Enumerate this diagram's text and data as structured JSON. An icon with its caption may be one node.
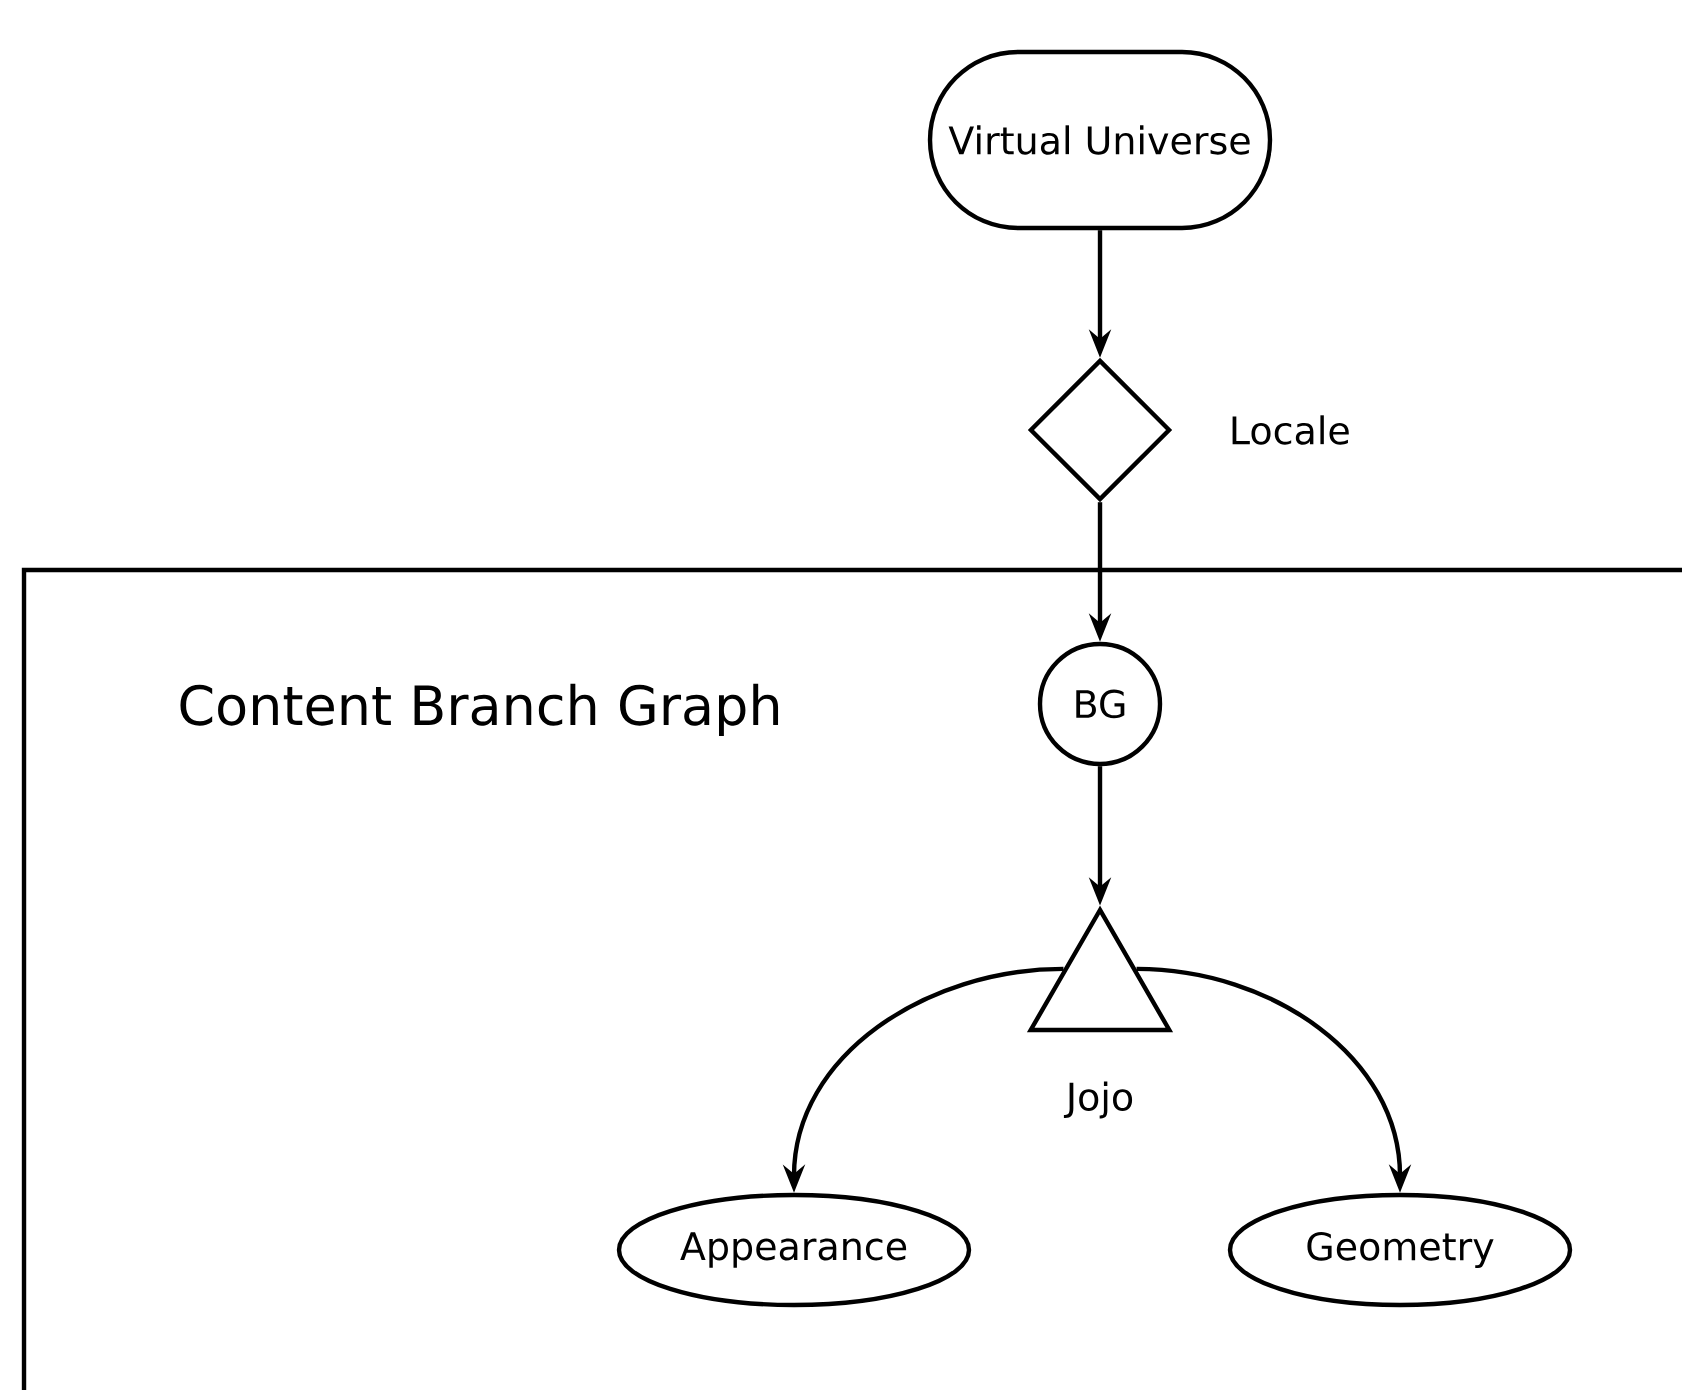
{
  "diagram": {
    "nodes": [
      {
        "text": [
          "Virtual Universe"
        ]
      },
      {
        "text": [],
        "shape": "diamond",
        "beside": [
          "Locale"
        ]
      },
      {
        "text": [
          "Content Branch Graph"
        ]
      },
      {
        "text": [
          "BG"
        ],
        "in": 2
      },
      {
        "text": [],
        "shape": "triangle",
        "beside": [
          "Jojo"
        ],
        "in": 2
      },
      {
        "text": [
          "Appearance"
        ],
        "in": 2
      },
      {
        "text": [
          "Geometry"
        ],
        "in": 2
      }
    ],
    "edges": [
      {
        "from": 0,
        "to": 1,
        "arrow": "to"
      },
      {
        "from": 1,
        "to": 3,
        "arrow": "to"
      },
      {
        "from": 3,
        "to": 4,
        "arrow": "to"
      },
      {
        "from": 4,
        "to": 5,
        "arrow": "to"
      },
      {
        "from": 4,
        "to": 6,
        "arrow": "to"
      }
    ]
  }
}
